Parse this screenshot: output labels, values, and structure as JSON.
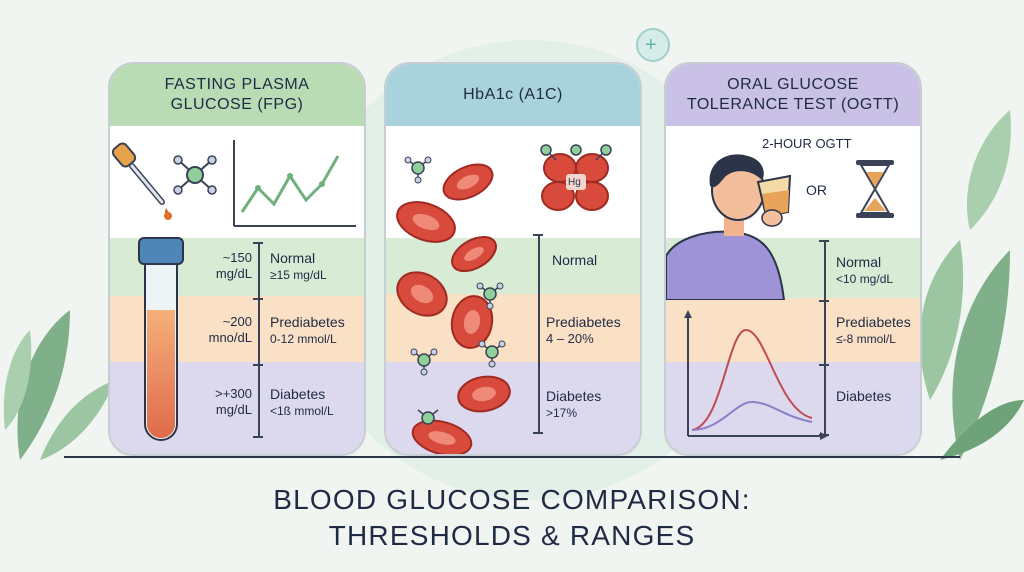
{
  "title": {
    "line1": "BLOOD GLUCOSE COMPARISON:",
    "line2": "THRESHOLDS & RANGES"
  },
  "colors": {
    "fpg_header": "#b9dcb4",
    "a1c_header": "#a9d3dc",
    "ogtt_header": "#c9c1e6",
    "band_normal": "#d7ebd5",
    "band_prediabetes": "#fae0c4",
    "band_diabetes": "#dcd9ee",
    "accent_red": "#d84a3c"
  },
  "fpg": {
    "heading_line1": "FASTING PLASMA",
    "heading_line2": "GLUCOSE (FPG)",
    "rows": [
      {
        "left_line1": "~150",
        "left_line2": "mg/dL",
        "name": "Normal",
        "range": "≥15 mg/dL"
      },
      {
        "left_line1": "~200",
        "left_line2": "mno/dL",
        "name": "Prediabetes",
        "range": "0-12 mmol/L"
      },
      {
        "left_line1": ">+300",
        "left_line2": "mg/dL",
        "name": "Diabetes",
        "range": "<1ß mmol/L"
      }
    ]
  },
  "a1c": {
    "heading": "HbA1c (A1C)",
    "molecule_label": "Hg",
    "rows": [
      {
        "name": "Normal",
        "range": ""
      },
      {
        "name": "Prediabetes",
        "range": "4 – 20%"
      },
      {
        "name": "Diabetes",
        "range": ">17%"
      }
    ]
  },
  "ogtt": {
    "heading_line1": "ORAL GLUCOSE",
    "heading_line2": "TOLERANCE TEST (OGTT)",
    "subheading": "2-HOUR OGTT",
    "or_label": "OR",
    "rows": [
      {
        "name": "Normal",
        "range": "<10 mg/dL"
      },
      {
        "name": "Prediabetes",
        "range": "≤-8 mmol/L"
      },
      {
        "name": "Diabetes",
        "range": ""
      }
    ]
  }
}
